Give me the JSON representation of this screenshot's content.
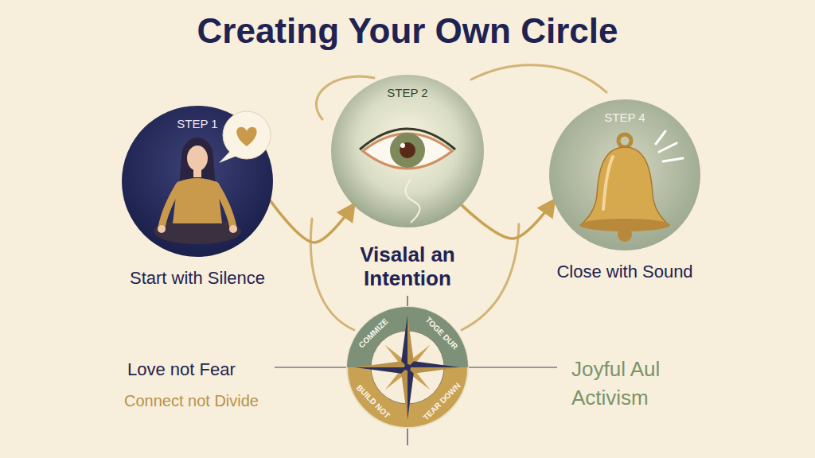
{
  "diagram": {
    "title": "Creating Your Own Circle",
    "nodes": [
      {
        "text": [
          "STEP 1",
          "Start with Silence"
        ]
      },
      {
        "text": [
          "STEP 2",
          "Visalal an Intention"
        ]
      },
      {
        "text": [
          "STEP 4",
          "Close with Sound"
        ]
      },
      {
        "text": [
          "COMMIZE",
          "TOGE DUR",
          "BUILD NOT",
          "TEAR DOWN"
        ]
      }
    ],
    "edges": [
      {
        "from": 0,
        "to": 1,
        "arrow": "to"
      },
      {
        "from": 1,
        "to": 2,
        "arrow": "to"
      }
    ],
    "labels": [
      "Love not Fear",
      "Connect not Divide",
      "Joyful Aul Activism"
    ]
  }
}
